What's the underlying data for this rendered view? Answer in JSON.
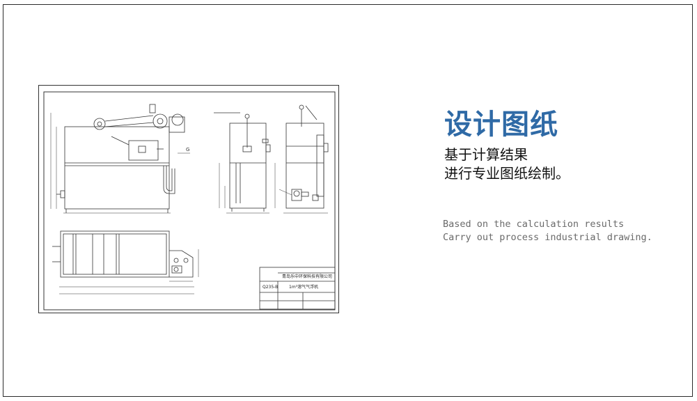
{
  "heading": {
    "title": "设计图纸",
    "subtitle_line1": "基于计算结果",
    "subtitle_line2": "进行专业图纸绘制。",
    "english_line1": "Based on the calculation results",
    "english_line2": "Carry out process industrial drawing."
  },
  "drawing": {
    "title_block": {
      "company": "青岛乐中环保科技有限公司",
      "material": "Q235-B",
      "product": "1m³溶气气浮机"
    }
  },
  "colors": {
    "title": "#2f6aa6",
    "subtitle": "#111111",
    "english": "#6a6a6a",
    "border": "#2b2b2b"
  }
}
